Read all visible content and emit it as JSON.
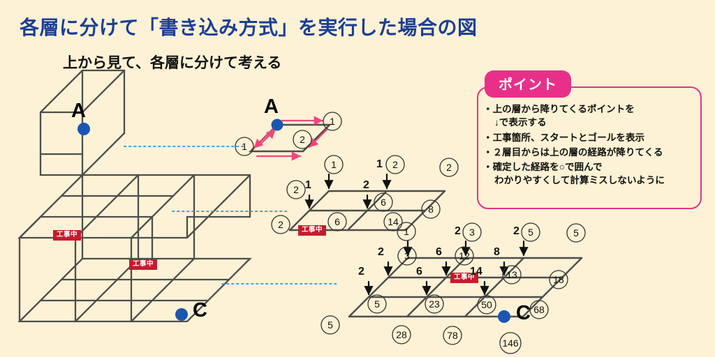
{
  "header": {
    "title": "各層に分けて「書き込み方式」を実行した場合の図",
    "subtitle": "上から見て、各層に分けて考える",
    "title_color": "#1c3f94"
  },
  "point_box": {
    "tab_label": "ポイント",
    "accent_color": "#e8308a",
    "items": [
      {
        "line1": "・上の層から降りてくるポイントを",
        "line2": "↓で表示する"
      },
      {
        "line1": "・工事箇所、スタートとゴールを表示",
        "line2": ""
      },
      {
        "line1": "・２層目からは上の層の経路が降りてくる",
        "line2": ""
      },
      {
        "line1": "・確定した経路を○で囲んで",
        "line2": "わかりやすくして計算ミスしないように"
      }
    ]
  },
  "cube": {
    "start_label": "A",
    "goal_label": "C",
    "construction_labels": [
      "工事中",
      "工事中"
    ],
    "node_color": "#1a56b0",
    "line_color": "#4d4d4d"
  },
  "layers": [
    {
      "name": "top-layer",
      "cols": 1,
      "rows": 1,
      "start_label": "A",
      "arrow_color": "#f0467f",
      "circled": [
        {
          "v": "1",
          "pos": "top-right"
        },
        {
          "v": "1",
          "pos": "bottom-left"
        },
        {
          "v": "2",
          "pos": "bottom-right"
        }
      ]
    },
    {
      "name": "middle-layer",
      "cols": 2,
      "rows": 2,
      "construction_label": "工事中",
      "drop_values": [
        "1",
        "1",
        "1",
        "2",
        "2"
      ],
      "circled": [
        "2",
        "1",
        "2",
        "2",
        "6",
        "8",
        "2",
        "6",
        "14"
      ]
    },
    {
      "name": "bottom-layer",
      "cols": 3,
      "rows": 3,
      "goal_label": "C",
      "construction_label": "工事中",
      "drop_values": [
        "1",
        "2",
        "2",
        "2",
        "6",
        "8",
        "2",
        "6",
        "14"
      ],
      "circled": [
        "5",
        "3",
        "5",
        "5",
        "3",
        "12",
        "13",
        "18",
        "5",
        "23",
        "50",
        "68",
        "28",
        "78",
        "146"
      ]
    }
  ],
  "top_layer_nodes": {
    "a": "A",
    "n_right": "1",
    "n_left": "1",
    "n_center": "2"
  },
  "middle_layer_nodes": {
    "drop_top_c0": "1",
    "drop_top_c1": "1",
    "circ_top_c1": "2",
    "circ_top_c2": "2",
    "drop_mid_c0": "1",
    "circ_mid_c0": "2",
    "drop_mid_c1": "2",
    "circ_mid_c1": "6",
    "circ_mid_c2": "8",
    "circ_bot_c0": "2",
    "circ_bot_c1": "6",
    "circ_bot_c2": "14",
    "kouji": "工事中"
  },
  "bottom_layer_nodes": {
    "drop_r0_c0": "1",
    "drop_r0_c1": "2",
    "circ_r0_c1": "3",
    "drop_r0_c2": "2",
    "circ_r0_c2": "5",
    "circ_r0_c3": "5",
    "drop_r1_c0": "2",
    "circ_r1_c0": "3",
    "drop_r1_c1": "6",
    "circ_r1_c1": "12",
    "drop_r1_c2": "8",
    "circ_r1_c2": "13",
    "circ_r1_c3": "18",
    "drop_r2_c0": "2",
    "circ_r2_c0": "5",
    "drop_r2_c1": "6",
    "circ_r2_c1": "23",
    "drop_r2_c2": "14",
    "circ_r2_c2": "50",
    "circ_r2_c3": "68",
    "circ_r3_c0": "5",
    "circ_r3_c1": "28",
    "circ_r3_c2": "78",
    "circ_r3_c3": "146",
    "goal": "C",
    "kouji": "工事中"
  },
  "colors": {
    "background": "#fdf2d5",
    "title": "#1c3f94",
    "pink": "#e8308a",
    "arrow_pink": "#f0467f",
    "red_badge": "#c41c2e",
    "node_blue": "#1a56b0",
    "grid_line": "#4d4d4d",
    "dotted_connector": "#4a9fe0"
  }
}
